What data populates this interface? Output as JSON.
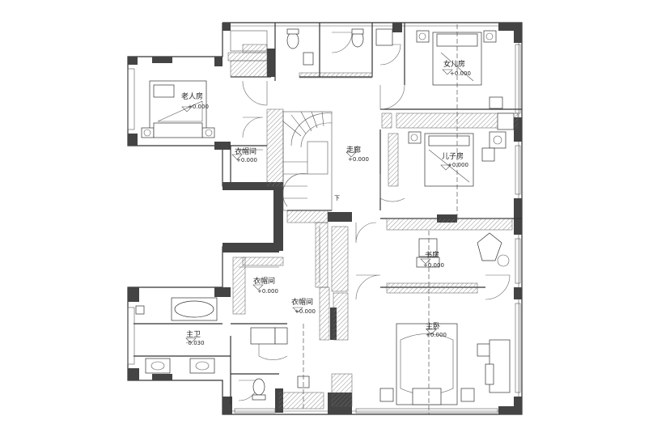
{
  "rooms": {
    "elder_room": {
      "name": "老人房",
      "level": "+0.000"
    },
    "daughter_room": {
      "name": "女儿房",
      "level": "+0.000"
    },
    "son_room": {
      "name": "儿子房",
      "level": "+0.000"
    },
    "corridor": {
      "name": "走廊",
      "level": "+0.000"
    },
    "cloakroom_1": {
      "name": "衣帽间",
      "level": "+0.000"
    },
    "cloakroom_2": {
      "name": "衣帽间",
      "level": "+0.000"
    },
    "cloakroom_3": {
      "name": "衣帽间",
      "level": "+0.000"
    },
    "study": {
      "name": "书房",
      "level": "+0.000"
    },
    "master_bath": {
      "name": "主卫",
      "level": "-0.030"
    },
    "master_bedroom": {
      "name": "主卧",
      "level": "+0.000"
    }
  },
  "stair_mark": "下",
  "colors": {
    "wall": "#444444",
    "line": "#333333",
    "background": "#ffffff"
  }
}
